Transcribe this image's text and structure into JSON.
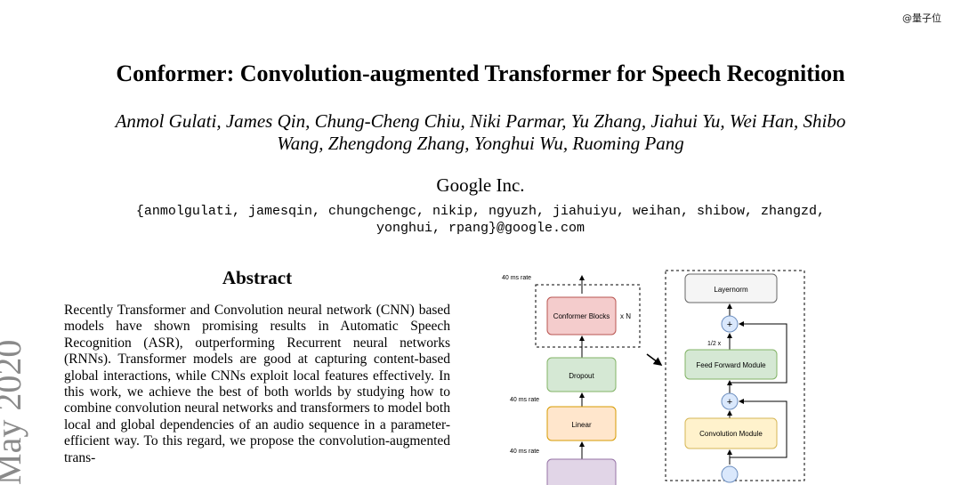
{
  "watermark": "@量子位",
  "paper": {
    "title": "Conformer: Convolution-augmented Transformer for Speech Recognition",
    "authors_line1": "Anmol Gulati, James Qin, Chung-Cheng Chiu, Niki Parmar, Yu Zhang, Jiahui Yu, Wei Han, Shibo",
    "authors_line2": "Wang, Zhengdong Zhang, Yonghui Wu, Ruoming Pang",
    "affiliation": "Google Inc.",
    "emails_line1": "{anmolgulati, jamesqin, chungchengc, nikip, ngyuzh, jiahuiyu, weihan, shibow, zhangzd,",
    "emails_line2": "yonghui, rpang}@google.com",
    "abstract_heading": "Abstract",
    "abstract_text": "Recently Transformer and Convolution neural network (CNN) based models have shown promising results in Automatic Speech Recognition (ASR), outperforming Recurrent neural networks (RNNs). Transformer models are good at capturing content-based global interactions, while CNNs exploit local features effectively. In this work, we achieve the best of both worlds by studying how to combine convolution neural networks and transformers to model both local and global dependencies of an audio sequence in a parameter-efficient way. To this regard, we propose the convolution-augmented trans-",
    "arxiv_date": "May 2020"
  },
  "figure": {
    "left_stack": {
      "rate_top": "40 ms rate",
      "conformer_blocks": "Conformer Blocks",
      "times_n": "x N",
      "dropout": "Dropout",
      "rate_mid": "40 ms rate",
      "linear": "Linear",
      "rate_bottom": "40 ms rate"
    },
    "right_block": {
      "layernorm": "Layernorm",
      "plus_symbol": "+",
      "half_x": "1/2 x",
      "feed_forward": "Feed Forward Module",
      "convolution": "Convolution Module"
    },
    "colors": {
      "conformer_fill": "#f4cccc",
      "conformer_stroke": "#b85450",
      "dropout_fill": "#d5e8d4",
      "dropout_stroke": "#82b366",
      "linear_fill": "#ffe6cc",
      "linear_stroke": "#d79b00",
      "layernorm_fill": "#f5f5f5",
      "layernorm_stroke": "#666666",
      "plus_fill": "#dae8fc",
      "plus_stroke": "#6c8ebf",
      "conv_fill": "#fff2cc",
      "conv_stroke": "#d6b656",
      "bottom_fill": "#e1d5e7"
    }
  }
}
